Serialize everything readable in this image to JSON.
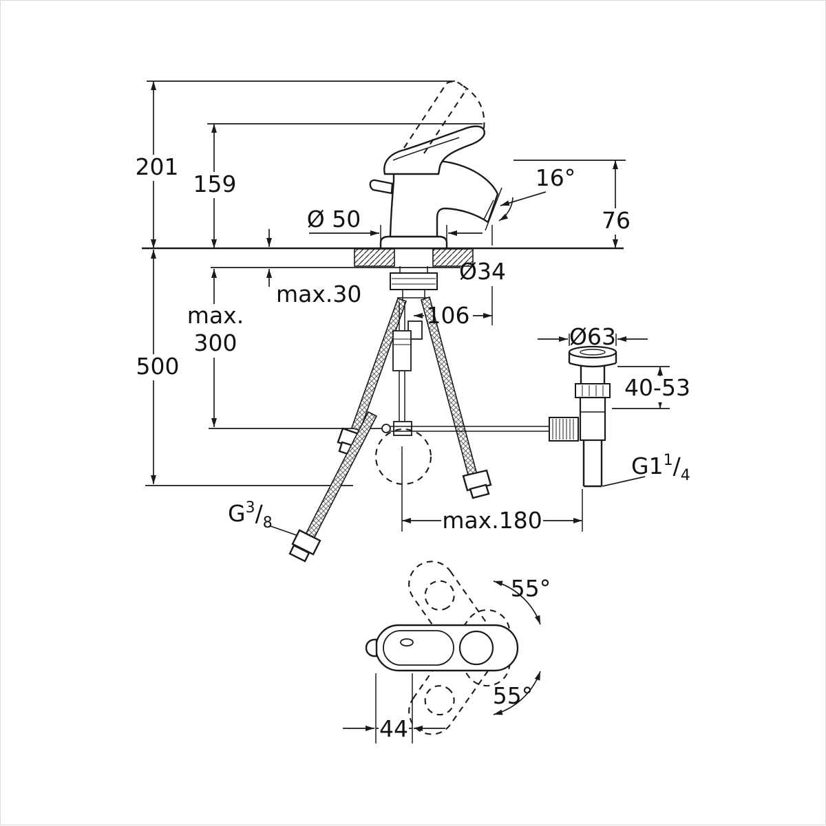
{
  "drawing": {
    "title": "basin-mixer-dimensional-drawing",
    "labels": {
      "total_height": "201",
      "height_to_handle": "159",
      "base_diameter": "Ø 50",
      "spout_angle": "16°",
      "spout_height": "76",
      "max_deck_thickness": "max.30",
      "hole_diameter": "Ø34",
      "spout_projection": "106",
      "max_word": "max.",
      "max_hose_value": "300",
      "hose_length": "500",
      "waste_flange_diameter": "Ø63",
      "waste_adjust_range": "40-53",
      "waste_thread_prefix": "G1",
      "waste_thread_numerator": "1",
      "waste_thread_slash": "/",
      "waste_thread_denominator": "4",
      "supply_thread_prefix": "G",
      "supply_thread_numerator": "3",
      "supply_thread_slash": "/",
      "supply_thread_denominator": "8",
      "max_distance_to_waste": "max.180",
      "handle_swing_upper": "55°",
      "handle_swing_lower": "55°",
      "handle_width": "44"
    },
    "colors": {
      "line": "#1a1a1a",
      "background": "#ffffff"
    }
  }
}
